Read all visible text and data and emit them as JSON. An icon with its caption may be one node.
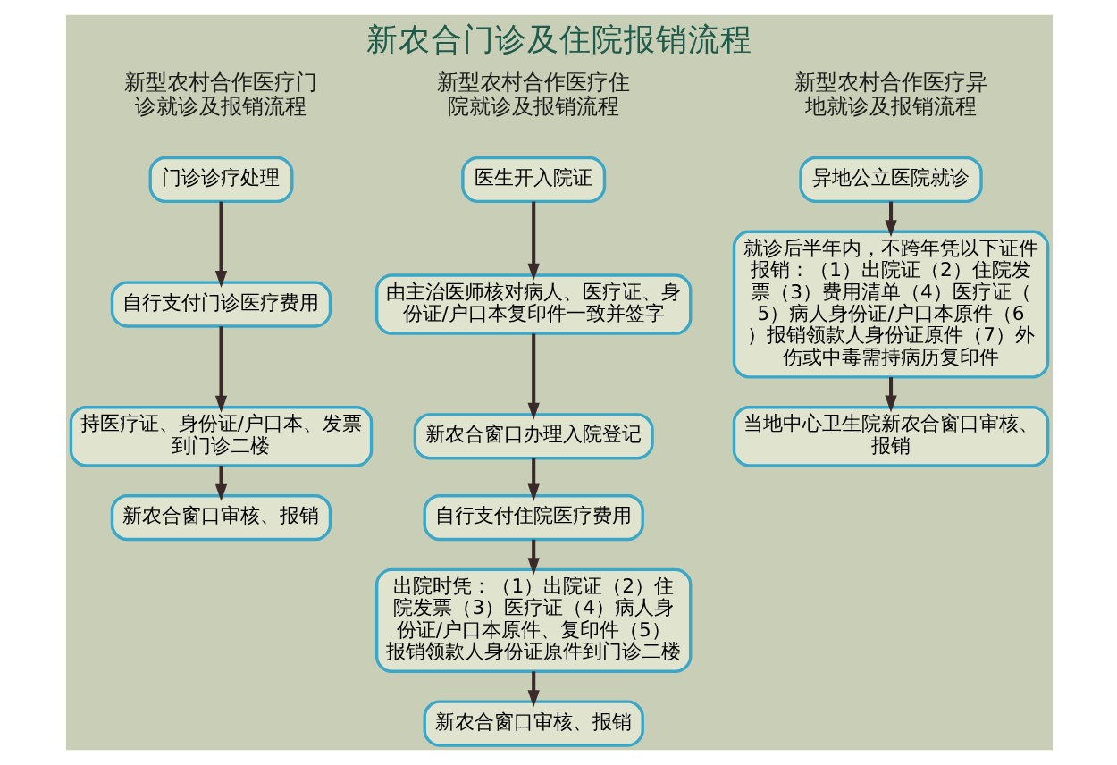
{
  "diagram": {
    "title": "新农合门诊及住院报销流程",
    "nodes": [
      {
        "text": [
          "门诊诊疗处理"
        ]
      },
      {
        "text": [
          "自行支付门诊医疗费用"
        ]
      },
      {
        "text": [
          "持医疗证、身份证/户口本、发票到门诊二楼"
        ]
      },
      {
        "text": [
          "新农合窗口审核、报销"
        ]
      },
      {
        "text": [
          "医生开入院证"
        ]
      },
      {
        "text": [
          "由主治医师核对病人、医疗证、身份证/户口本复印件一致并签字"
        ]
      },
      {
        "text": [
          "新农合窗口办理入院登记"
        ]
      },
      {
        "text": [
          "自行支付住院医疗费用"
        ]
      },
      {
        "text": [
          "出院时凭：（1）出院证（2）住院发票（3）医疗证（4）病人身份证/户口本原件、复印件（5）报销领款人身份证原件到门诊二楼"
        ]
      },
      {
        "text": [
          "新农合窗口审核、报销"
        ]
      },
      {
        "text": [
          "异地公立医院就诊"
        ]
      },
      {
        "text": [
          "就诊后半年内，不跨年凭以下证件报销：（1）出院证（2）住院发票（3）费用清单（4）医疗证（5）病人身份证/户口本原件（6）报销领款人身份证原件（7）外伤或中毒需持病历复印件"
        ]
      },
      {
        "text": [
          "当地中心卫生院新农合窗口审核、报销"
        ]
      }
    ],
    "edges": [
      {
        "from": 0,
        "to": 1,
        "arrow": "to"
      },
      {
        "from": 1,
        "to": 2,
        "arrow": "to"
      },
      {
        "from": 2,
        "to": 3,
        "arrow": "to"
      },
      {
        "from": 4,
        "to": 5,
        "arrow": "to"
      },
      {
        "from": 5,
        "to": 6,
        "arrow": "to"
      },
      {
        "from": 6,
        "to": 7,
        "arrow": "to"
      },
      {
        "from": 7,
        "to": 8,
        "arrow": "to"
      },
      {
        "from": 8,
        "to": 9,
        "arrow": "to"
      },
      {
        "from": 10,
        "to": 11,
        "arrow": "to"
      },
      {
        "from": 11,
        "to": 12,
        "arrow": "to"
      }
    ],
    "labels": [
      "新型农村合作医疗门诊就诊及报销流程",
      "新型农村合作医疗住院就诊及报销流程",
      "新型农村合作医疗异地就诊及报销流程"
    ]
  }
}
